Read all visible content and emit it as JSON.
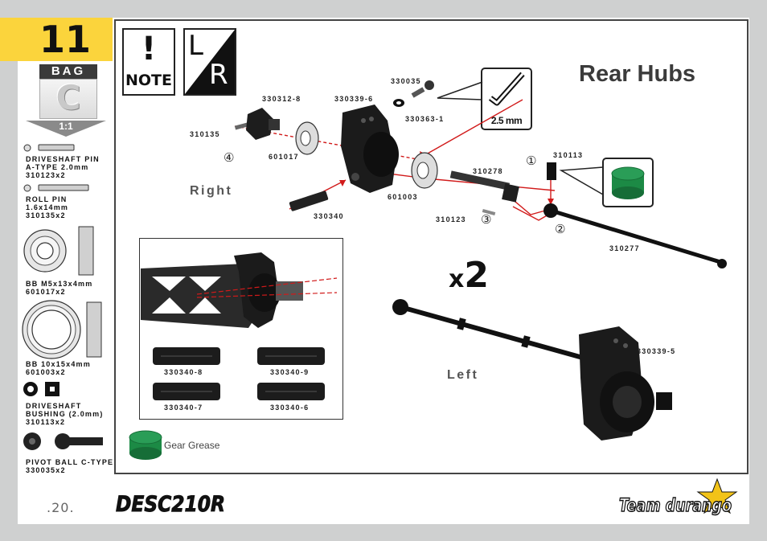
{
  "step": {
    "number": "11"
  },
  "bag": {
    "label": "BAG",
    "letter": "C",
    "scale": "1:1"
  },
  "parts_list": [
    {
      "line1": "DRIVESHAFT PIN",
      "line2": "A-TYPE 2.0mm",
      "line3": "310123x2"
    },
    {
      "line1": "ROLL PIN",
      "line2": "1.6x14mm",
      "line3": "310135x2"
    },
    {
      "line1": "BB M5x13x4mm",
      "line2": "601017x2"
    },
    {
      "line1": "BB 10x15x4mm",
      "line2": "601003x2"
    },
    {
      "line1": "DRIVESHAFT",
      "line2": "BUSHING (2.0mm)",
      "line3": "310113x2"
    },
    {
      "line1": "PIVOT BALL C-TYPE",
      "line2": "330035x2"
    }
  ],
  "title": "Rear Hubs",
  "note": {
    "label": "NOTE",
    "mark": "!"
  },
  "lr": {
    "left": "L",
    "right": "R"
  },
  "tool": {
    "label": "2.5 mm"
  },
  "quantity": {
    "multiplier": "x",
    "count": "2"
  },
  "sides": {
    "right": "Right",
    "left": "Left"
  },
  "callouts": {
    "c330035": "330035",
    "c330312_8": "330312-8",
    "c330339_6": "330339-6",
    "c330363_1": "330363-1",
    "c310135": "310135",
    "c601017": "601017",
    "c310113": "310113",
    "c310278": "310278",
    "c601003": "601003",
    "c330340": "330340",
    "c310123": "310123",
    "c310277": "310277",
    "c330339_5": "330339-5"
  },
  "step_markers": {
    "m1": "①",
    "m2": "②",
    "m3": "③",
    "m4": "④"
  },
  "inset_parts": [
    {
      "label": "330340-8"
    },
    {
      "label": "330340-9"
    },
    {
      "label": "330340-7"
    },
    {
      "label": "330340-6"
    }
  ],
  "grease": {
    "label": "Gear Grease"
  },
  "footer": {
    "page": ".20.",
    "product_logo": "DESC210R",
    "brand_logo": "Team durango"
  },
  "colors": {
    "step_bg": "#fbd43c",
    "arrow": "#d11a1a",
    "grease": "#1c8a45"
  }
}
